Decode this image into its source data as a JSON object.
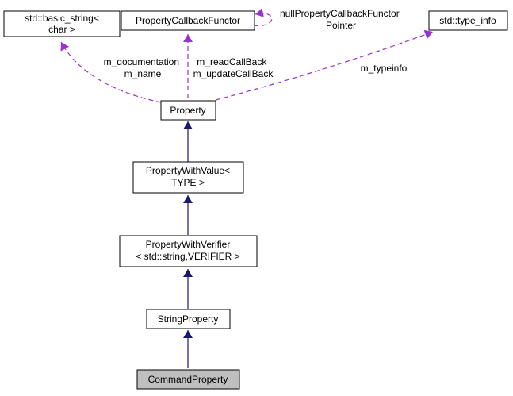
{
  "colors": {
    "inheritance_edge": "#191970",
    "usage_edge": "#9a32cd",
    "highlight_fill": "#bfbfbf"
  },
  "nodes": {
    "basic_string": [
      "std::basic_string<",
      "char >"
    ],
    "callback": [
      "PropertyCallbackFunctor"
    ],
    "type_info": [
      "std::type_info"
    ],
    "property": [
      "Property"
    ],
    "with_value": [
      "PropertyWithValue<",
      "TYPE >"
    ],
    "with_verifier": [
      "PropertyWithVerifier",
      "< std::string,VERIFIER >"
    ],
    "string_property": [
      "StringProperty"
    ],
    "command_property": [
      "CommandProperty"
    ]
  },
  "edge_labels": {
    "documentation": [
      "m_documentation",
      "m_name"
    ],
    "callbacks": [
      "m_readCallBack",
      "m_updateCallBack"
    ],
    "typeinfo": [
      "m_typeinfo"
    ],
    "self_pointer": [
      "nullPropertyCallbackFunctor",
      "Pointer"
    ]
  }
}
